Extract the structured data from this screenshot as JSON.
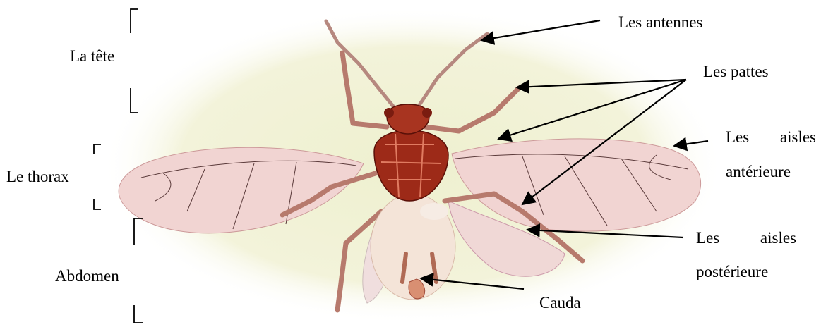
{
  "labels": {
    "head": "La tête",
    "thorax": "Le thorax",
    "abdomen": "Abdomen",
    "antennae": "Les antennes",
    "legs": "Les pattes",
    "forewings_line1": "Les aisles",
    "forewings_line2": "antérieure",
    "hindwings_line1": "Les aisles",
    "hindwings_line2": "postérieure",
    "cauda": "Cauda"
  },
  "colors": {
    "background_halo": "#f3f3d6",
    "wing": "#f1d2cf",
    "wing_vein": "#4a2a2a",
    "body_dark": "#9b2617",
    "abdomen": "#f4e6da",
    "arrow": "#000000"
  }
}
